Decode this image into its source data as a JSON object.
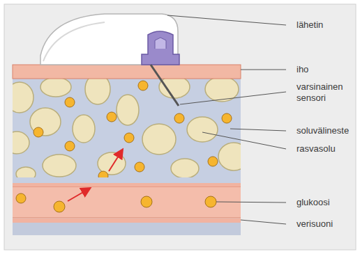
{
  "diagram": {
    "labels": [
      "lähetin",
      "iho",
      "varsinainen sensori",
      "soluväline­ste",
      "rasvasolu",
      "glukoosi",
      "verisuoni"
    ]
  }
}
